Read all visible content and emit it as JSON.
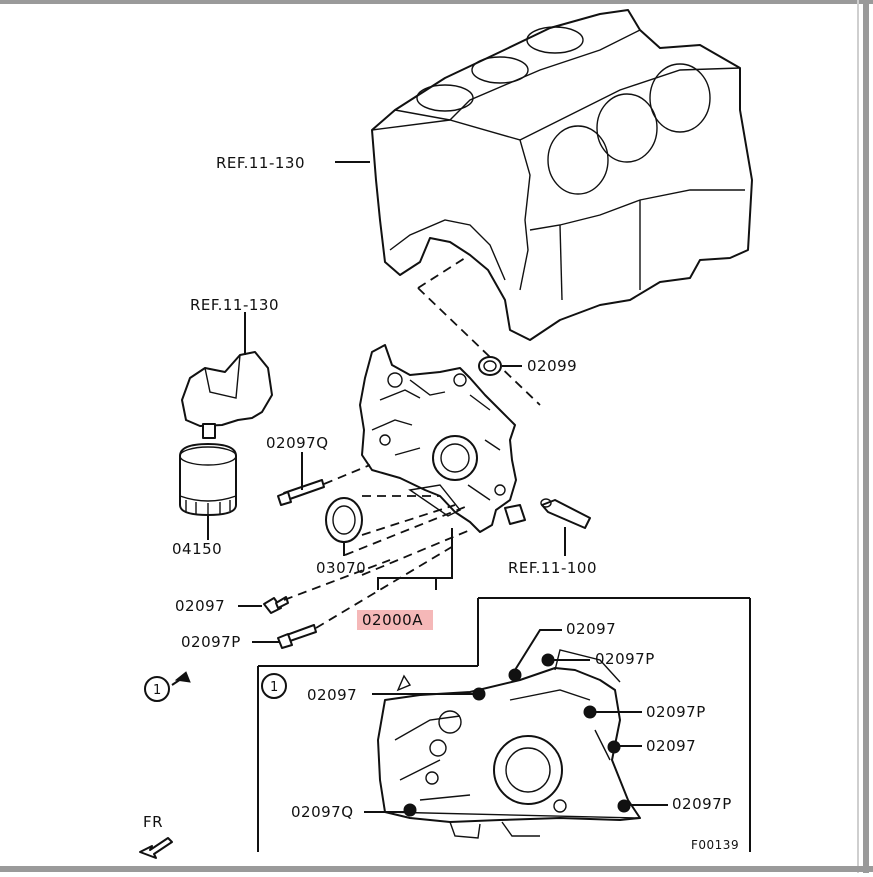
{
  "labels": {
    "ref_block": "REF.11-130",
    "ref_filter_bracket": "REF.11-130",
    "ref_pickup": "REF.11-100",
    "p02099": "02099",
    "p02097Q_main": "02097Q",
    "p04150": "04150",
    "p03070": "03070",
    "p02000A": "02000A",
    "p02097_main": "02097",
    "p02097P_main": "02097P",
    "view_marker": "1",
    "inset_marker": "1",
    "fr": "FR",
    "inset_02097_top": "02097",
    "inset_02097P_top": "02097P",
    "inset_02097_left": "02097",
    "inset_02097P_mid": "02097P",
    "inset_02097_right": "02097",
    "inset_02097Q": "02097Q",
    "inset_02097P_bottom": "02097P",
    "figure_code": "F00139"
  },
  "colors": {
    "highlight": "#f5b8b8",
    "line": "#111111"
  }
}
